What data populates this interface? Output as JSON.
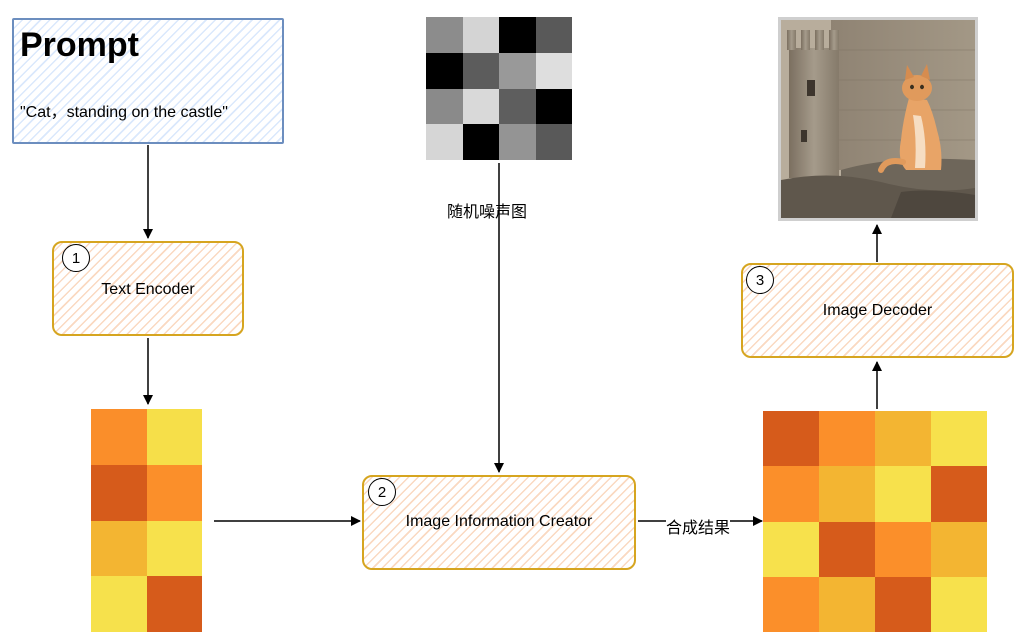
{
  "prompt": {
    "title": "Prompt",
    "text": "\"Cat，standing on the castle\""
  },
  "steps": [
    {
      "number": "1",
      "label": "Text Encoder"
    },
    {
      "number": "2",
      "label": "Image Information Creator"
    },
    {
      "number": "3",
      "label": "Image Decoder"
    }
  ],
  "noise_caption": "随机噪声图",
  "output_caption": "合成结果",
  "grids": {
    "noise": {
      "rows": 4,
      "cols": 4,
      "colors": [
        "#8c8c8c",
        "#d4d4d4",
        "#000000",
        "#595959",
        "#000000",
        "#5c5c5c",
        "#999999",
        "#dedede",
        "#8a8a8a",
        "#d9d9d9",
        "#5e5e5e",
        "#000000",
        "#d6d6d6",
        "#000000",
        "#949494",
        "#595959"
      ]
    },
    "text_embedding": {
      "rows": 4,
      "cols": 2,
      "colors": [
        "#fa8e2a",
        "#f6df49",
        "#d65b1b",
        "#fb8f2a",
        "#f3b532",
        "#f7e14c",
        "#f6e14c",
        "#d65b1b"
      ]
    },
    "latent": {
      "rows": 4,
      "cols": 4,
      "colors": [
        "#d65b1b",
        "#fb8f2a",
        "#f3b532",
        "#f7e14c",
        "#fb8f2a",
        "#f3b532",
        "#f7e14c",
        "#d65b1b",
        "#f7e14c",
        "#d65b1b",
        "#fb8f2a",
        "#f3b532",
        "#fb8f2a",
        "#f3b532",
        "#d65b1b",
        "#f7e14c"
      ]
    }
  },
  "colors": {
    "prompt_border": "#6c8ebf",
    "step_border": "#d6a520",
    "step_fill": "#fad9c1"
  }
}
